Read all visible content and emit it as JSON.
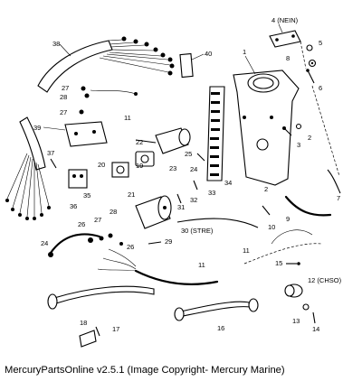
{
  "caption": "MercuryPartsOnline v2.5.1 (Image Copyright- Mercury Marine)",
  "callouts": {
    "c1": "1",
    "c2a": "2",
    "c2b": "2",
    "c3": "3",
    "c4": "4 (NEIN)",
    "c5": "5",
    "c6": "6",
    "c7": "7",
    "c8": "8",
    "c9": "9",
    "c10": "10",
    "c11a": "11",
    "c11b": "11",
    "c11c": "11",
    "c12": "12 (CHSO)",
    "c13": "13",
    "c14": "14",
    "c15": "15",
    "c16": "16",
    "c17": "17",
    "c18": "18",
    "c19": "19",
    "c20": "20",
    "c21": "21",
    "c22": "22",
    "c23": "23",
    "c24": "24",
    "c25": "25",
    "c26a": "26",
    "c26b": "26",
    "c27a": "27",
    "c27b": "27",
    "c27c": "27",
    "c28a": "28",
    "c28b": "28",
    "c29": "29",
    "c30": "30 (STRE)",
    "c31": "31",
    "c32": "32",
    "c33": "33",
    "c34": "34",
    "c35": "35",
    "c36": "36",
    "c37": "37",
    "c38": "38",
    "c39": "39",
    "c40": "40"
  }
}
